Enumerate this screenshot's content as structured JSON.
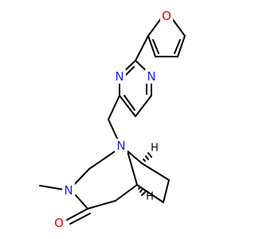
{
  "colors": {
    "bond": "#000000",
    "nitrogen": "#1f1fe0",
    "oxygen": "#e00000",
    "background": "#ffffff"
  },
  "atoms": {
    "furan_o": "O",
    "pyr_n_left": "N",
    "pyr_n_right": "N",
    "bridge_n": "N",
    "amide_n": "N",
    "carbonyl_o": "O",
    "stereo_h_top": "H",
    "stereo_h_bottom": "H"
  },
  "substituents": {
    "methyl": "methyl"
  }
}
